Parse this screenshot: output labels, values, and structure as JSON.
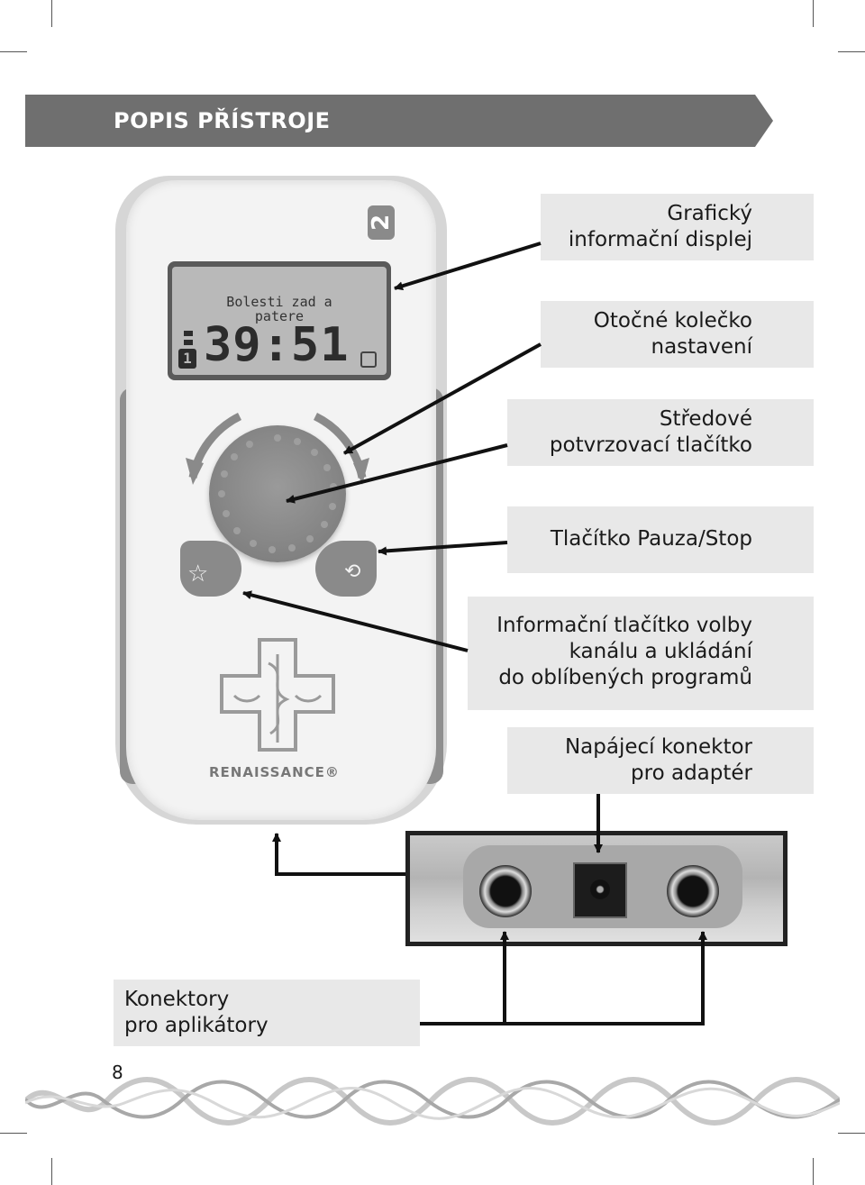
{
  "header": {
    "title": "POPIS PŘÍSTROJE"
  },
  "labels": {
    "display": [
      "Grafický",
      "informační displej"
    ],
    "wheel": [
      "Otočné kolečko",
      "nastavení"
    ],
    "center_button": [
      "Středové",
      "potvrzovací tlačítko"
    ],
    "pause_button": [
      "Tlačítko Pauza/Stop"
    ],
    "info_button": [
      "Informační tlačítko volby",
      "kanálu a ukládání",
      "do oblíbených programů"
    ],
    "power_connector": [
      "Napájecí konektor",
      "pro adaptér"
    ],
    "applicator_connectors": [
      "Konektory",
      "pro aplikátory"
    ]
  },
  "device": {
    "screen_line1": "Bolesti zad a",
    "screen_line2": "patere",
    "screen_time": "39:51",
    "screen_channel": "1",
    "brand": "RENAISSANCE®"
  },
  "page_number": "8",
  "colors": {
    "banner": "#6f6f6f",
    "label_bg": "#e8e8e8"
  }
}
